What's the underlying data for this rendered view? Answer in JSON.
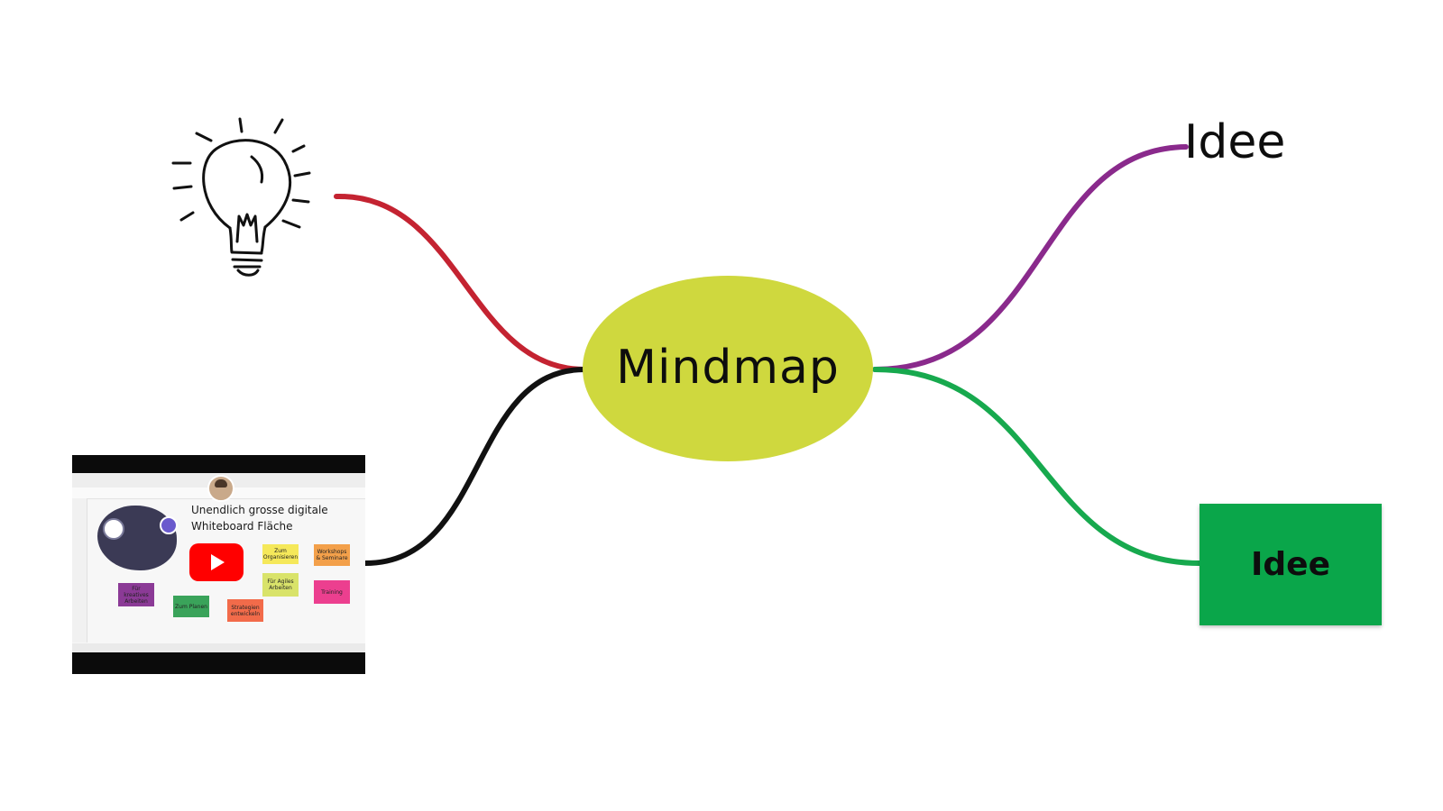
{
  "mindmap": {
    "center": {
      "label": "Mindmap",
      "color": "#cfd83e"
    },
    "branches": [
      {
        "id": "lightbulb",
        "color": "#c42331"
      },
      {
        "id": "video",
        "color": "#111111"
      },
      {
        "id": "idee_text",
        "color": "#8a2a8c",
        "label": "Idee"
      },
      {
        "id": "idee_box",
        "color": "#17a94e",
        "label": "Idee",
        "box_color": "#0aa64a"
      }
    ]
  },
  "icons": {
    "lightbulb": "lightbulb-icon",
    "play": "youtube-play-icon"
  },
  "video": {
    "headline": "Unendlich grosse digitale Whiteboard Fläche",
    "notes": [
      {
        "text": "Zum Organisieren",
        "color": "#f5e85a"
      },
      {
        "text": "Workshops & Seminare",
        "color": "#f3a04a"
      },
      {
        "text": "Für Agiles Arbeiten",
        "color": "#d9e36a"
      },
      {
        "text": "Training",
        "color": "#ec3f8f"
      },
      {
        "text": "Für kreatives Arbeiten",
        "color": "#8b3a96"
      },
      {
        "text": "Zum Planen",
        "color": "#3aa35a"
      },
      {
        "text": "Strategien entwickeln",
        "color": "#f26b4a"
      }
    ]
  }
}
